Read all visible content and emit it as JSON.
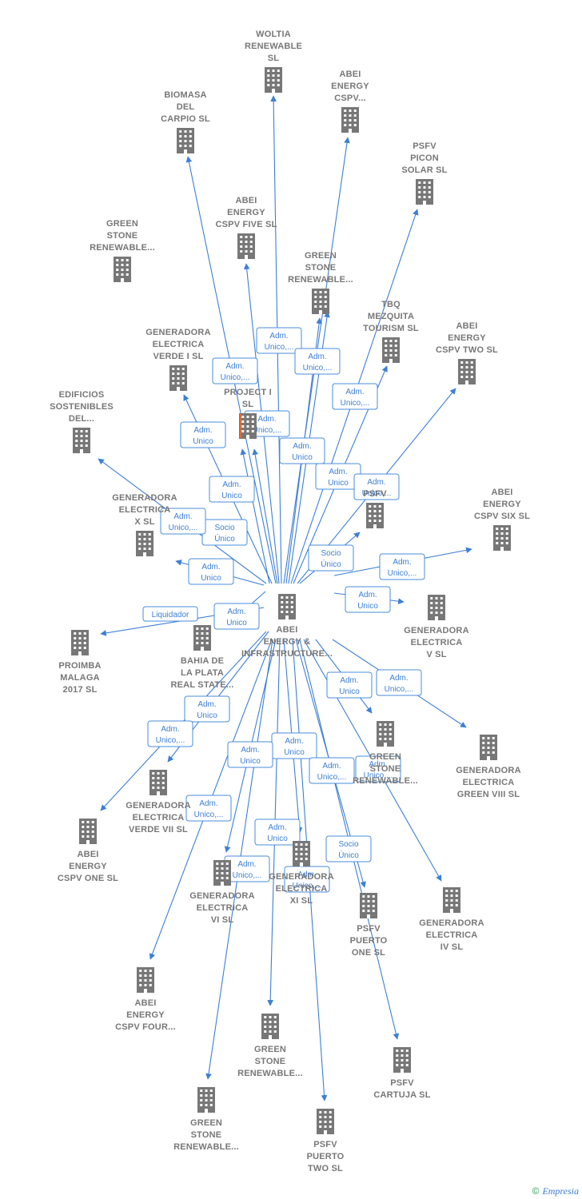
{
  "diagram": {
    "center": {
      "id": "center",
      "lines": [
        "ABEI",
        "ENERGY &",
        "INFRASTRUCTURE..."
      ]
    },
    "nodes": [
      {
        "id": "woltia",
        "lines": [
          "WOLTIA",
          "RENEWABLE",
          "SL"
        ]
      },
      {
        "id": "abei-cspv-top",
        "lines": [
          "ABEI",
          "ENERGY",
          "CSPV..."
        ]
      },
      {
        "id": "biomasa",
        "lines": [
          "BIOMASA",
          "DEL",
          "CARPIO  SL"
        ]
      },
      {
        "id": "psfv-picon",
        "lines": [
          "PSFV",
          "PICON",
          "SOLAR  SL"
        ]
      },
      {
        "id": "abei-five",
        "lines": [
          "ABEI",
          "ENERGY",
          "CSPV FIVE  SL"
        ]
      },
      {
        "id": "green-stone-1",
        "lines": [
          "GREEN",
          "STONE",
          "RENEWABLE..."
        ]
      },
      {
        "id": "green-stone-2",
        "lines": [
          "GREEN",
          "STONE",
          "RENEWABLE..."
        ]
      },
      {
        "id": "tbq",
        "lines": [
          "TBQ",
          "MEZQUITA",
          "TOURISM  SL"
        ]
      },
      {
        "id": "abei-two",
        "lines": [
          "ABEI",
          "ENERGY",
          "CSPV TWO  SL"
        ]
      },
      {
        "id": "gen-verde-1",
        "lines": [
          "GENERADORA",
          "ELECTRICA",
          "VERDE I  SL"
        ]
      },
      {
        "id": "project-1",
        "lines": [
          "PROJECT I",
          "SL"
        ]
      },
      {
        "id": "edificios",
        "lines": [
          "EDIFICIOS",
          "SOSTENIBLES",
          "DEL..."
        ]
      },
      {
        "id": "psfv-mid",
        "lines": [
          "PSFV"
        ]
      },
      {
        "id": "abei-six",
        "lines": [
          "ABEI",
          "ENERGY",
          "CSPV SIX  SL"
        ]
      },
      {
        "id": "gen-x",
        "lines": [
          "GENERADORA",
          "ELECTRICA",
          "X  SL"
        ]
      },
      {
        "id": "gen-v",
        "lines": [
          "GENERADORA",
          "ELECTRICA",
          "V  SL"
        ]
      },
      {
        "id": "proimba",
        "lines": [
          "PROIMBA",
          "MALAGA",
          "2017  SL"
        ]
      },
      {
        "id": "bahia",
        "lines": [
          "BAHIA DE",
          "LA PLATA",
          "REAL STATE..."
        ]
      },
      {
        "id": "green-stone-3",
        "lines": [
          "GREEN",
          "STONE",
          "RENEWABLE..."
        ]
      },
      {
        "id": "gen-green-8",
        "lines": [
          "GENERADORA",
          "ELECTRICA",
          "GREEN VIII  SL"
        ]
      },
      {
        "id": "gen-verde-7",
        "lines": [
          "GENERADORA",
          "ELECTRICA",
          "VERDE VII  SL"
        ]
      },
      {
        "id": "abei-one",
        "lines": [
          "ABEI",
          "ENERGY",
          "CSPV ONE  SL"
        ]
      },
      {
        "id": "gen-xi",
        "lines": [
          "GENERADORA",
          "ELECTRICA",
          "XI  SL"
        ]
      },
      {
        "id": "gen-vi",
        "lines": [
          "GENERADORA",
          "ELECTRICA",
          "VI  SL"
        ]
      },
      {
        "id": "psfv-puerto-one",
        "lines": [
          "PSFV",
          "PUERTO",
          "ONE  SL"
        ]
      },
      {
        "id": "gen-iv",
        "lines": [
          "GENERADORA",
          "ELECTRICA",
          "IV  SL"
        ]
      },
      {
        "id": "abei-four",
        "lines": [
          "ABEI",
          "ENERGY",
          "CSPV FOUR..."
        ]
      },
      {
        "id": "green-stone-4",
        "lines": [
          "GREEN",
          "STONE",
          "RENEWABLE..."
        ]
      },
      {
        "id": "psfv-cartuja",
        "lines": [
          "PSFV",
          "CARTUJA  SL"
        ]
      },
      {
        "id": "green-stone-5",
        "lines": [
          "GREEN",
          "STONE",
          "RENEWABLE..."
        ]
      },
      {
        "id": "psfv-puerto-two",
        "lines": [
          "PSFV",
          "PUERTO",
          "TWO  SL"
        ]
      }
    ],
    "edges": [
      {
        "to": "woltia",
        "label": [
          "Adm.",
          "Unico,..."
        ]
      },
      {
        "to": "abei-cspv-top",
        "label": [
          "Adm.",
          "Unico,..."
        ]
      },
      {
        "to": "biomasa",
        "label": [
          "Adm.",
          "Unico,..."
        ]
      },
      {
        "to": "psfv-picon",
        "label": [
          "Adm.",
          "Unico,..."
        ]
      },
      {
        "to": "abei-five",
        "label": [
          "Adm.",
          "Unico"
        ]
      },
      {
        "to": "green-stone-1",
        "label": [
          "Adm.",
          "Unico"
        ]
      },
      {
        "to": "green-stone-2",
        "label": [
          "Adm.",
          "Unico"
        ]
      },
      {
        "to": "tbq",
        "label": [
          "Adm.",
          "Unico,..."
        ]
      },
      {
        "to": "abei-two",
        "label": [
          "Adm.",
          "Unico,..."
        ]
      },
      {
        "to": "gen-verde-1",
        "label": [
          "Adm.",
          "Unico"
        ]
      },
      {
        "to": "project-1",
        "label": [
          "Adm.",
          "Unico,..."
        ]
      },
      {
        "to": "project-1",
        "label": [
          "Socio",
          "Único"
        ]
      },
      {
        "to": "edificios",
        "label": [
          "Adm.",
          "Unico,..."
        ]
      },
      {
        "to": "psfv-mid",
        "label": [
          "Socio",
          "Único"
        ]
      },
      {
        "to": "abei-six",
        "label": [
          "Adm.",
          "Unico,..."
        ]
      },
      {
        "to": "gen-x",
        "label": [
          "Adm.",
          "Unico"
        ]
      },
      {
        "to": "gen-v",
        "label": [
          "Adm.",
          "Unico"
        ]
      },
      {
        "to": "proimba",
        "label": [
          "Liquidador"
        ]
      },
      {
        "to": "bahia",
        "label": [
          "Adm.",
          "Unico"
        ]
      },
      {
        "to": "green-stone-3",
        "label": [
          "Adm.",
          "Unico"
        ]
      },
      {
        "to": "gen-green-8",
        "label": [
          "Adm.",
          "Unico,..."
        ]
      },
      {
        "to": "gen-verde-7",
        "label": [
          "Adm.",
          "Unico"
        ]
      },
      {
        "to": "abei-one",
        "label": [
          "Adm.",
          "Unico,..."
        ]
      },
      {
        "to": "gen-xi",
        "label": [
          "Adm.",
          "Unico"
        ]
      },
      {
        "to": "gen-vi",
        "label": [
          "Adm.",
          "Unico"
        ]
      },
      {
        "to": "psfv-puerto-one",
        "label": [
          "Socio",
          "Único"
        ]
      },
      {
        "to": "gen-iv",
        "label": [
          "Adm.",
          "Unico,..."
        ]
      },
      {
        "to": "abei-four",
        "label": [
          "Adm.",
          "Unico,..."
        ]
      },
      {
        "to": "green-stone-4",
        "label": [
          "Adm.",
          "Unico"
        ]
      },
      {
        "to": "psfv-cartuja",
        "label": [
          "Adm.",
          "Unico,..."
        ]
      },
      {
        "to": "green-stone-5",
        "label": [
          "Adm.",
          "Unico,..."
        ]
      },
      {
        "to": "psfv-puerto-two",
        "label": [
          "Adm.",
          "Unico,..."
        ]
      }
    ]
  },
  "footer": {
    "copyright": "©",
    "brand": "Empresia"
  },
  "colors": {
    "edge": "#3d7fd6",
    "node_icon": "#777777",
    "label_text": "#777777"
  }
}
